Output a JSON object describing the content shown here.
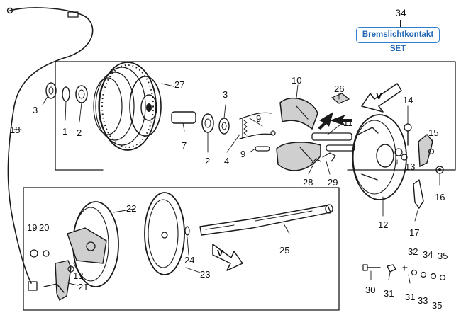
{
  "set_link": {
    "number": "34",
    "label": "Bremslichtkontakt SET",
    "accent_color": "#2e7fcf"
  },
  "callouts": {
    "p1": "1",
    "p2a": "2",
    "p2b": "2",
    "p3a": "3",
    "p3b": "3",
    "p4": "4",
    "p7": "7",
    "p9a": "9",
    "p9b": "9",
    "p10": "10",
    "p11": "11",
    "p12": "12",
    "p13a": "13",
    "p13b": "13",
    "p14": "14",
    "p15": "15",
    "p16": "16",
    "p17": "17",
    "p18": "18",
    "p19": "19",
    "p20": "20",
    "p21": "21",
    "p22": "22",
    "p23": "23",
    "p24": "24",
    "p25": "25",
    "p26": "26",
    "p27": "27",
    "p28": "28",
    "p29": "29",
    "p30": "30",
    "p31a": "31",
    "p31b": "31",
    "p32": "32",
    "p33": "33",
    "p34": "34",
    "p35a": "35",
    "p35b": "35"
  },
  "arrow_marks": {
    "upper": "V",
    "lower": "V"
  }
}
